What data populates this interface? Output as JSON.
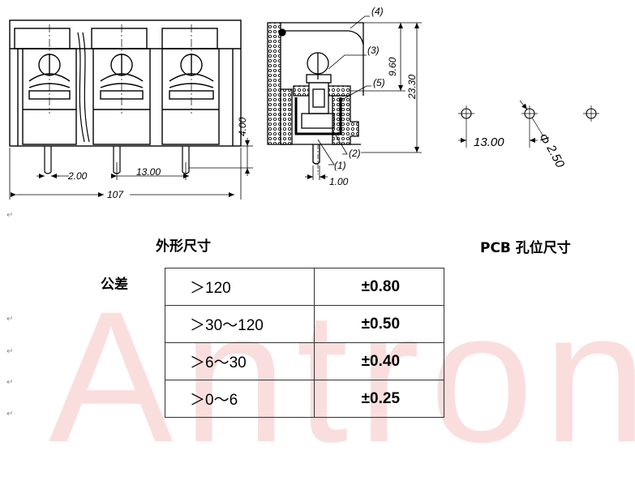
{
  "front_view": {
    "dim_pitch": "13.00",
    "dim_pin": "2.00",
    "dim_length": "107",
    "dim_height": "4.00"
  },
  "side_view": {
    "dim_9_60": "9.60",
    "dim_23_30": "23.30",
    "dim_pin": "1.00",
    "callout_1": "(1)",
    "callout_2": "(2)",
    "callout_3": "(3)",
    "callout_4": "(4)",
    "callout_5": "(5)"
  },
  "pcb_view": {
    "dim_pitch": "13.00",
    "dim_hole": "2.50",
    "hole_symbol": "Φ"
  },
  "headings": {
    "outline": "外形尺寸",
    "pcb_holes": "PCB 孔位尺寸"
  },
  "tolerance": {
    "label": "公差",
    "rows": [
      {
        "range": "＞120",
        "value": "±0.80"
      },
      {
        "range": "＞30～120",
        "value": "±0.50"
      },
      {
        "range": "＞6～30",
        "value": "±0.40"
      },
      {
        "range": "＞0～6",
        "value": "±0.25"
      }
    ]
  },
  "watermark": "Antron",
  "paragraph_mark": "↵"
}
